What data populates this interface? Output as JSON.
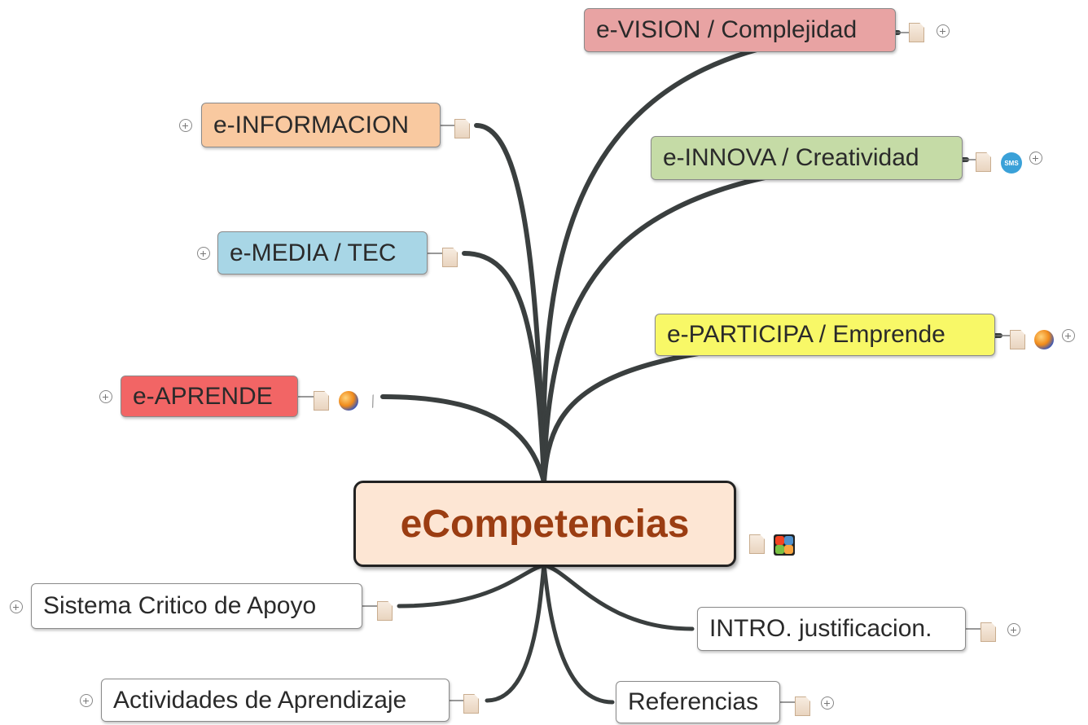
{
  "central": {
    "label": "eCompetencias",
    "color": "#fde6d4",
    "text_color": "#9b3d12"
  },
  "branches": {
    "vision": {
      "label": "e-VISION / Complejidad",
      "color": "#e8a3a3"
    },
    "informacion": {
      "label": "e-INFORMACION",
      "color": "#f9c9a0"
    },
    "innova": {
      "label": "e-INNOVA / Creatividad",
      "color": "#c5dba6"
    },
    "media": {
      "label": "e-MEDIA / TEC",
      "color": "#a8d6e6"
    },
    "participa": {
      "label": "e-PARTICIPA / Emprende",
      "color": "#f8f867"
    },
    "aprende": {
      "label": "e-APRENDE",
      "color": "#f26565"
    },
    "sistema": {
      "label": "Sistema Critico de Apoyo",
      "color": "#ffffff"
    },
    "intro": {
      "label": "INTRO. justificacion.",
      "color": "#ffffff"
    },
    "actividades": {
      "label": "Actividades de Aprendizaje",
      "color": "#ffffff"
    },
    "referencias": {
      "label": "Referencias",
      "color": "#ffffff"
    }
  },
  "icons": {
    "note": "note-icon",
    "globe": "globe-icon",
    "attachment": "attachment-icon",
    "expand": "expand-toggle-icon",
    "badge": "badge-icon",
    "badge_text": "SMS",
    "joomla": "joomla-icon"
  },
  "link_color": "#3a3f3f"
}
